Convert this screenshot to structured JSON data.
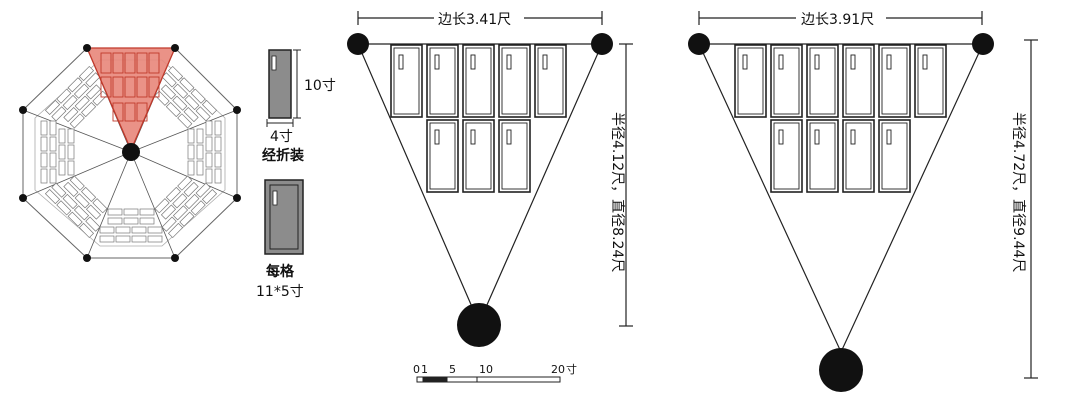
{
  "labels": {
    "book_height": "10寸",
    "book_width": "4寸",
    "book_type": "经折装",
    "cell_title": "每格",
    "cell_size": "11*5寸",
    "left_side": "边长3.41尺",
    "left_radius": "半径4.12尺，直径8.24尺",
    "right_side": "边长3.91尺",
    "right_radius": "半径4.72尺，直径9.44尺"
  },
  "scale_bar": {
    "ticks": [
      "0",
      "1",
      "5",
      "10",
      "20"
    ],
    "unit": "寸"
  },
  "colors": {
    "highlight_fill": "#e8867a",
    "highlight_stroke": "#c0392b",
    "book_fill": "#8c8c8c",
    "line": "#222222"
  }
}
